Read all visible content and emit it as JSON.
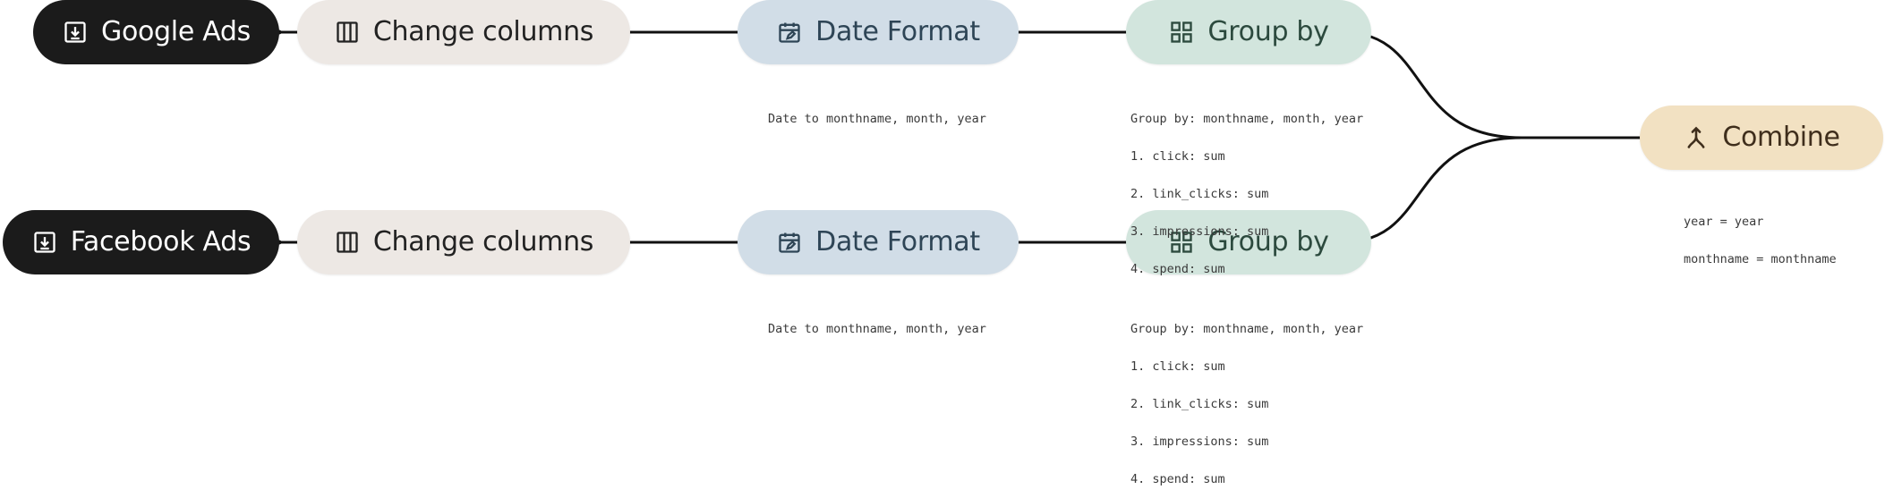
{
  "nodes": {
    "google_ads": {
      "label": "Google Ads",
      "icon": "download-box-icon"
    },
    "change_columns_top": {
      "label": "Change columns",
      "icon": "columns-icon"
    },
    "date_format_top": {
      "label": "Date Format",
      "icon": "calendar-edit-icon"
    },
    "group_by_top": {
      "label": "Group by",
      "icon": "grid-icon"
    },
    "combine": {
      "label": "Combine",
      "icon": "merge-arrow-icon"
    },
    "facebook_ads": {
      "label": "Facebook Ads",
      "icon": "download-box-icon"
    },
    "change_columns_bottom": {
      "label": "Change columns",
      "icon": "columns-icon"
    },
    "date_format_bottom": {
      "label": "Date Format",
      "icon": "calendar-edit-icon"
    },
    "group_by_bottom": {
      "label": "Group by",
      "icon": "grid-icon"
    }
  },
  "notes": {
    "date_format_top": "Date to monthname, month, year",
    "group_by_top": {
      "header": "Group by: monthname, month, year",
      "items": [
        "1. click: sum",
        "2. link_clicks: sum",
        "3. impressions: sum",
        "4. spend: sum"
      ]
    },
    "combine": [
      "year = year",
      "monthname = monthname"
    ],
    "date_format_bottom": "Date to monthname, month, year",
    "group_by_bottom": {
      "header": "Group by: monthname, month, year",
      "items": [
        "1. click: sum",
        "2. link_clicks: sum",
        "3. impressions: sum",
        "4. spend: sum"
      ]
    }
  },
  "colors": {
    "source": "#1b1b1b",
    "change_columns": "#ede8e4",
    "date_format": "#d1dde7",
    "group_by": "#d2e5dd",
    "combine": "#f2e1c2",
    "wire": "#111111"
  }
}
